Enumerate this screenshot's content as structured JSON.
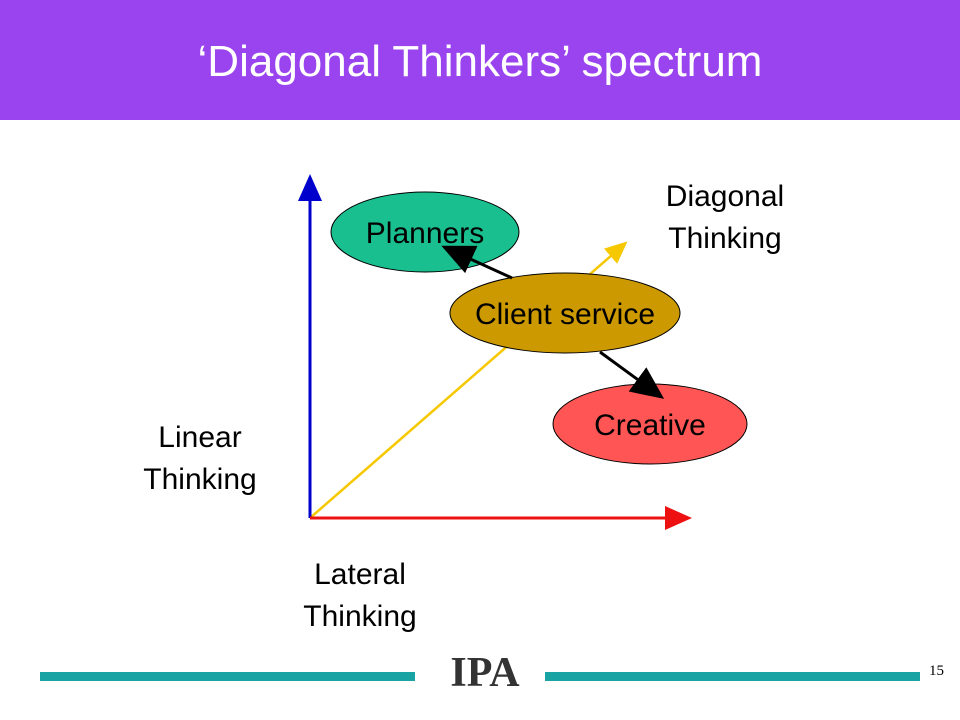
{
  "title": "‘Diagonal Thinkers’ spectrum",
  "axes": {
    "vertical_label_line1": "Linear",
    "vertical_label_line2": "Thinking",
    "horizontal_label_line1": "Lateral",
    "horizontal_label_line2": "Thinking",
    "diagonal_label_line1": "Diagonal",
    "diagonal_label_line2": "Thinking"
  },
  "nodes": {
    "planners": "Planners",
    "client_service": "Client service",
    "creative": "Creative"
  },
  "colors": {
    "title_bar": "#9944ee",
    "vertical_axis": "#0000cc",
    "horizontal_axis": "#ee1111",
    "diagonal_axis": "#f5c800",
    "planners": "#1abf8f",
    "client_service": "#cc9900",
    "creative": "#ff5555",
    "footer_line": "#1aa3a3"
  },
  "footer": {
    "logo_text": "IPA",
    "page_number": "15"
  }
}
